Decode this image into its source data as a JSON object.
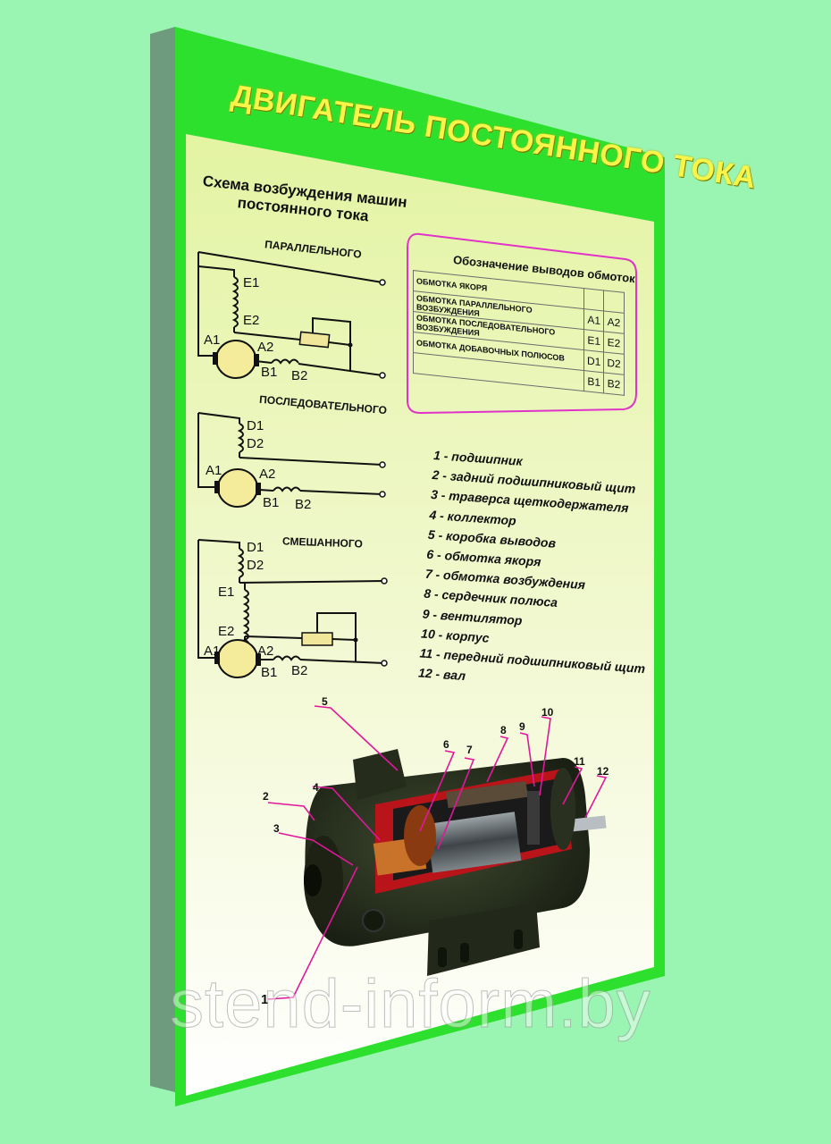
{
  "title": "ДВИГАТЕЛЬ ПОСТОЯННОГО ТОКА",
  "scheme": {
    "title_line1": "Схема возбуждения машин",
    "title_line2": "постоянного тока",
    "parallel": {
      "label": "ПАРАЛЛЕЛЬНОГО",
      "terminals": [
        "E1",
        "E2",
        "A1",
        "A2",
        "B1",
        "B2"
      ]
    },
    "series": {
      "label": "ПОСЛЕДОВАТЕЛЬНОГО",
      "terminals": [
        "D1",
        "D2",
        "A1",
        "A2",
        "B1",
        "B2"
      ]
    },
    "mixed": {
      "label": "СМЕШАННОГО",
      "terminals": [
        "D1",
        "D2",
        "E1",
        "E2",
        "A1",
        "A2",
        "B1",
        "B2"
      ]
    }
  },
  "legend": {
    "title": "Обозначение выводов обмоток",
    "rows": [
      {
        "name": "ОБМОТКА ЯКОРЯ",
        "c1": "A1",
        "c2": "A2"
      },
      {
        "name": "ОБМОТКА  ПАРАЛЛЕЛЬНОГО ВОЗБУЖДЕНИЯ",
        "c1": "E1",
        "c2": "E2"
      },
      {
        "name": "ОБМОТКА  ПОСЛЕДОВАТЕЛЬНОГО ВОЗБУЖДЕНИЯ",
        "c1": "D1",
        "c2": "D2"
      },
      {
        "name": "ОБМОТКА ДОБАВОЧНЫХ ПОЛЮСОВ",
        "c1": "B1",
        "c2": "B2"
      }
    ]
  },
  "parts": [
    "1 - подшипник",
    "2 - задний подшипниковый щит",
    "3 - траверса щеткодержателя",
    "4 - коллектор",
    "5 - коробка выводов",
    "6 - обмотка якоря",
    "7 - обмотка возбуждения",
    "8 - сердечник полюса",
    "9 - вентилятор",
    "10 - корпус",
    "11 - передний подшипниковый щит",
    "12 - вал"
  ],
  "callouts": [
    "1",
    "2",
    "3",
    "4",
    "5",
    "6",
    "7",
    "8",
    "9",
    "10",
    "11",
    "12"
  ],
  "watermark": "stend-inform.by",
  "colors": {
    "background": "#9af5b3",
    "poster_frame": "#2ee02e",
    "poster_inner_top": "#e6f5a6",
    "poster_inner_bottom": "#ffffff",
    "title_text": "#f7f54a",
    "legend_border": "#e033c8",
    "callout_lines": "#e0189a"
  }
}
